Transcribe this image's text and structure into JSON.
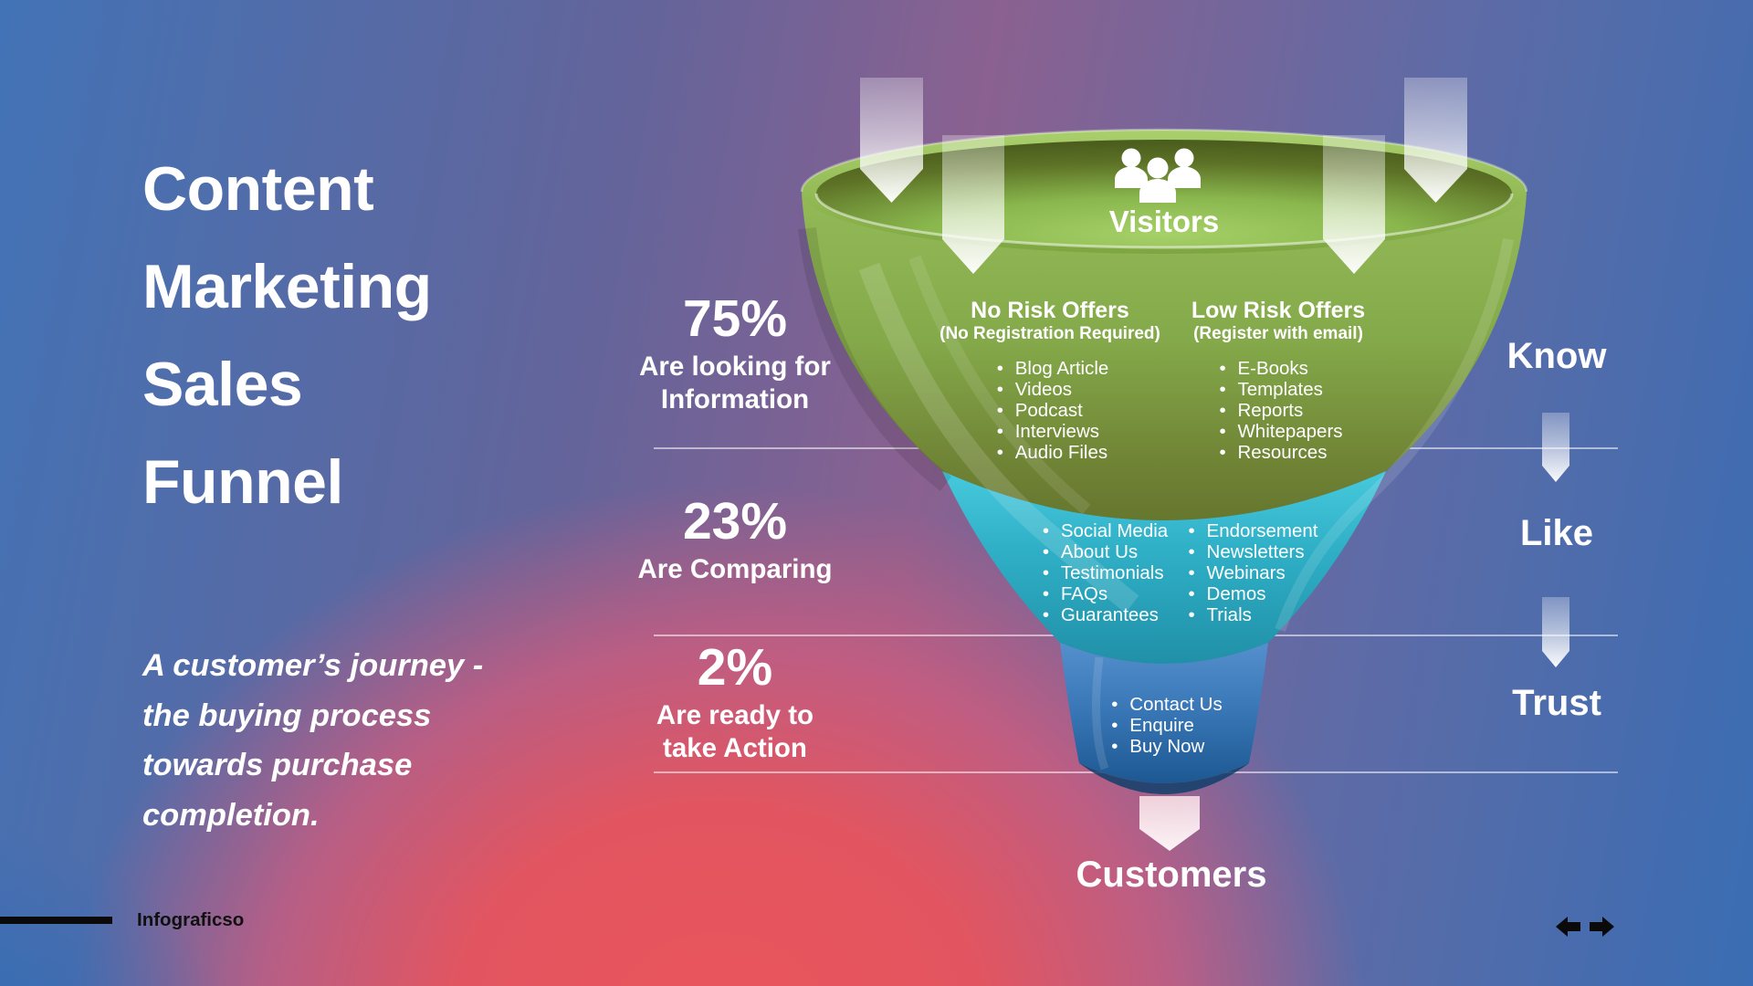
{
  "slide": {
    "title_lines": [
      "Content",
      "Marketing",
      "Sales",
      "Funnel"
    ],
    "subtitle_lines": [
      "A customer’s journey -",
      "the buying process",
      "towards purchase",
      "completion."
    ]
  },
  "stages": [
    {
      "percent": "75%",
      "caption_lines": [
        "Are looking for",
        "Information"
      ],
      "journey_label": "Know"
    },
    {
      "percent": "23%",
      "caption_lines": [
        "Are Comparing"
      ],
      "journey_label": "Like"
    },
    {
      "percent": "2%",
      "caption_lines": [
        "Are ready to",
        "take Action"
      ],
      "journey_label": "Trust"
    }
  ],
  "funnel": {
    "visitors_label": "Visitors",
    "customers_label": "Customers",
    "green": {
      "col1": {
        "heading": "No Risk Offers",
        "subheading": "(No Registration Required)",
        "items": [
          "Blog Article",
          "Videos",
          "Podcast",
          "Interviews",
          "Audio Files"
        ]
      },
      "col2": {
        "heading": "Low Risk Offers",
        "subheading": "(Register with email)",
        "items": [
          "E-Books",
          "Templates",
          "Reports",
          "Whitepapers",
          "Resources"
        ]
      }
    },
    "teal": {
      "col1": {
        "items": [
          "Social Media",
          "About Us",
          "Testimonials",
          "FAQs",
          "Guarantees"
        ]
      },
      "col2": {
        "items": [
          "Endorsement",
          "Newsletters",
          "Webinars",
          "Demos",
          "Trials"
        ]
      }
    },
    "blue": {
      "col1": {
        "items": [
          "Contact Us",
          "Enquire",
          "Buy Now"
        ]
      }
    }
  },
  "footer": {
    "brand": "Infograficso"
  },
  "icons": {
    "visitors": "people-icon",
    "nav_left": "arrow-left-icon",
    "nav_right": "arrow-right-icon"
  },
  "colors": {
    "funnel_green": "#85a94b",
    "funnel_teal": "#2aa7bf",
    "funnel_blue": "#2d6da8",
    "bg_blue": "#3f6fb3",
    "bg_red": "#e4555c",
    "text": "#ffffff"
  }
}
